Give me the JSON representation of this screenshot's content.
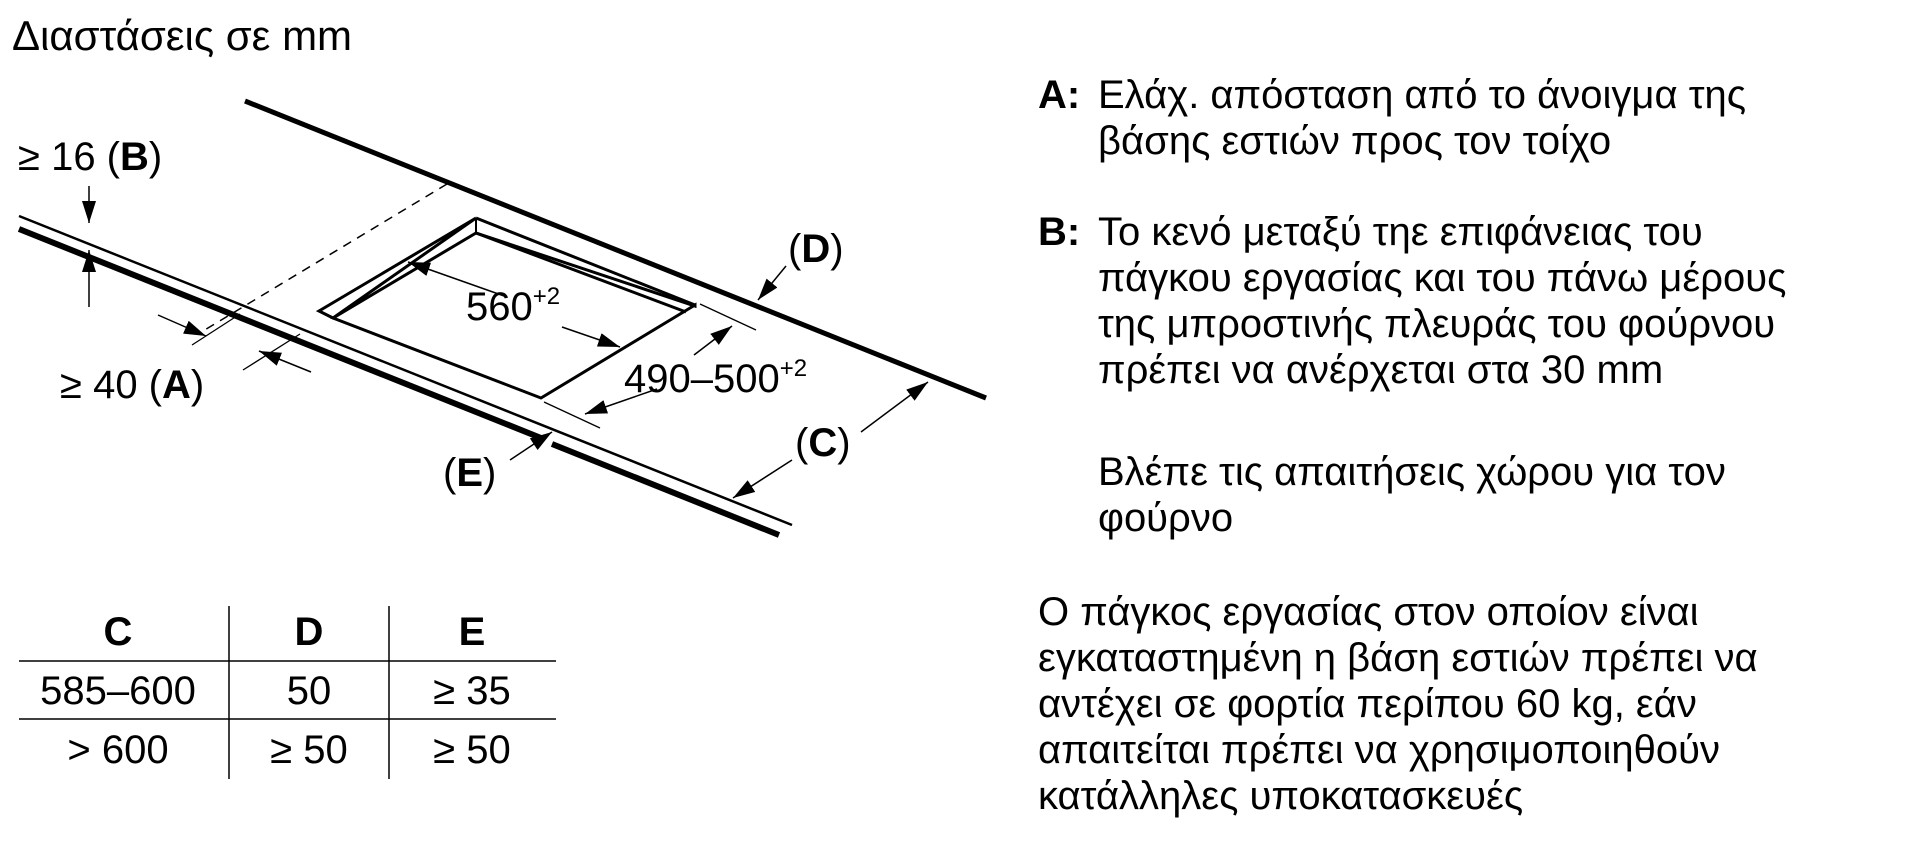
{
  "title": "Διαστάσεις σε mm",
  "diagram": {
    "b_label": {
      "prefix": "≥ 16 (",
      "letter": "B",
      "suffix": ")"
    },
    "a_label": {
      "prefix": "≥ 40 (",
      "letter": "A",
      "suffix": ")"
    },
    "width_label": {
      "value": "560",
      "tolerance": "+2"
    },
    "depth_label": {
      "value": "490–500",
      "tolerance": "+2"
    },
    "d_label": {
      "prefix": "(",
      "letter": "D",
      "suffix": ")"
    },
    "c_label": {
      "prefix": "(",
      "letter": "C",
      "suffix": ")"
    },
    "e_label": {
      "prefix": "(",
      "letter": "E",
      "suffix": ")"
    }
  },
  "table": {
    "headers": [
      "C",
      "D",
      "E"
    ],
    "rows": [
      [
        "585–600",
        "50",
        "≥ 35"
      ],
      [
        "> 600",
        "≥ 50",
        "≥ 50"
      ]
    ]
  },
  "notes": {
    "a": {
      "label": "A:",
      "lines": [
        "Ελάχ. απόσταση από το άνοιγμα της",
        "βάσης εστιών προς τον τοίχο"
      ]
    },
    "b": {
      "label": "B:",
      "lines": [
        "Το κενό μεταξύ τηε επιφάνειας του",
        "πάγκου εργασίας και του πάνω μέρους",
        "της μπροστινής πλευράς του φούρνου",
        "πρέπει να ανέρχεται στα 30 mm"
      ]
    },
    "b_extra": [
      "Βλέπε τις απαιτήσεις χώρου για τον",
      "φούρνο"
    ],
    "footer": [
      "Ο πάγκος εργασίας στον οποίον είναι",
      "εγκαταστημένη η βάση εστιών πρέπει να",
      "αντέχει σε φορτία περίπου 60 kg, εάν",
      "απαιτείται πρέπει να χρησιμοποιηθούν",
      "κατάλληλες υποκατασκευές"
    ]
  }
}
